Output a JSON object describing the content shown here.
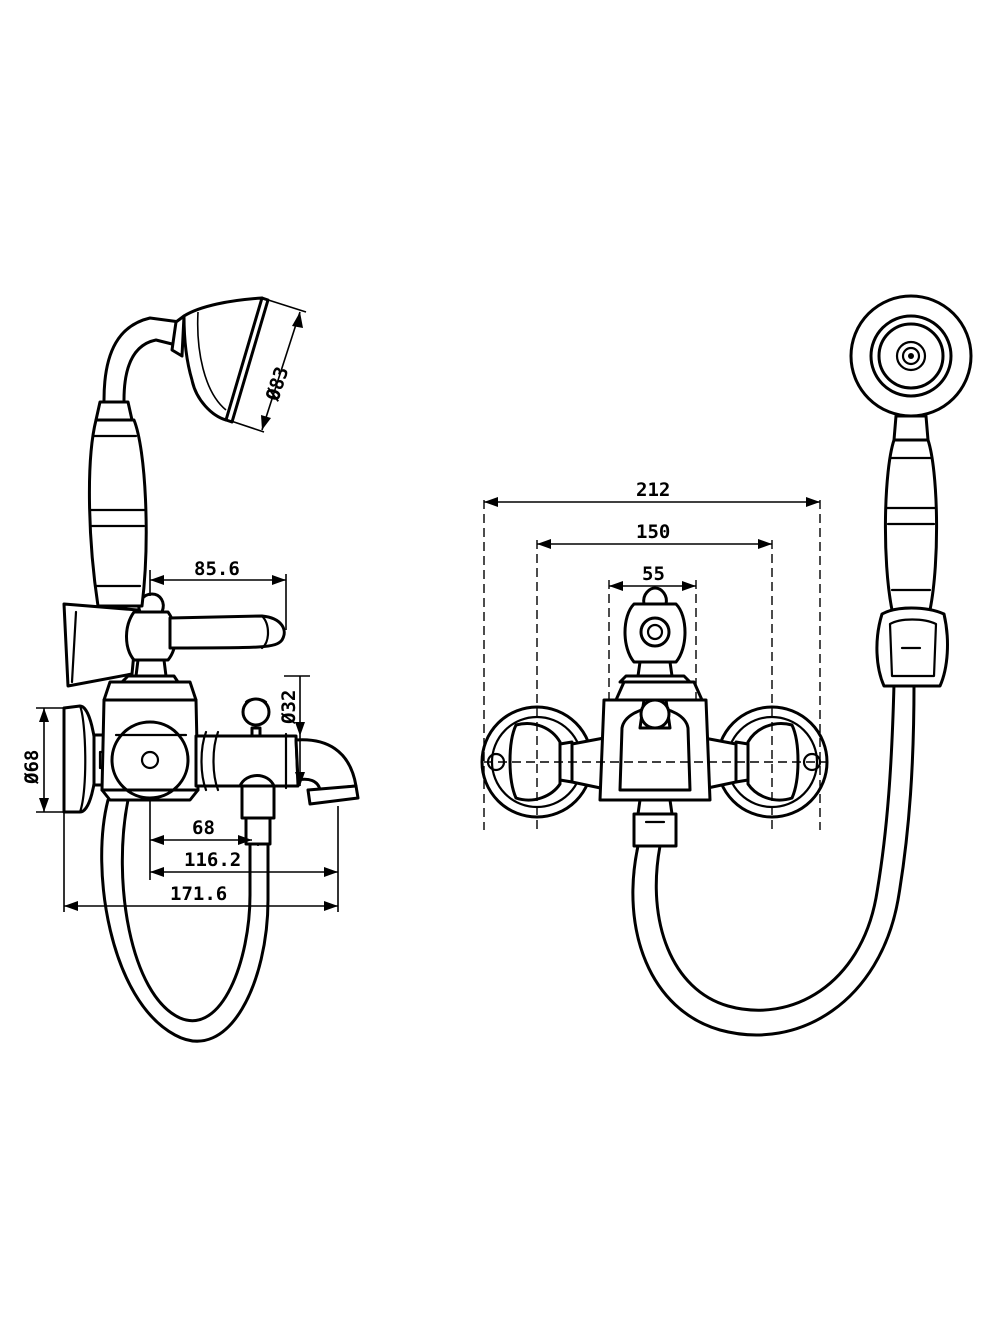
{
  "dimensions": {
    "side_view": {
      "head_diameter": "Ø83",
      "lever_reach": "85.6",
      "spout_diameter": "Ø32",
      "flange_diameter": "Ø68",
      "spout_offset": "68",
      "spout_length": "116.2",
      "overall_depth": "171.6"
    },
    "front_view": {
      "overall_width": "212",
      "center_spacing": "150",
      "diverter_width": "55"
    }
  },
  "colors": {
    "line": "#000000",
    "background": "#ffffff"
  }
}
